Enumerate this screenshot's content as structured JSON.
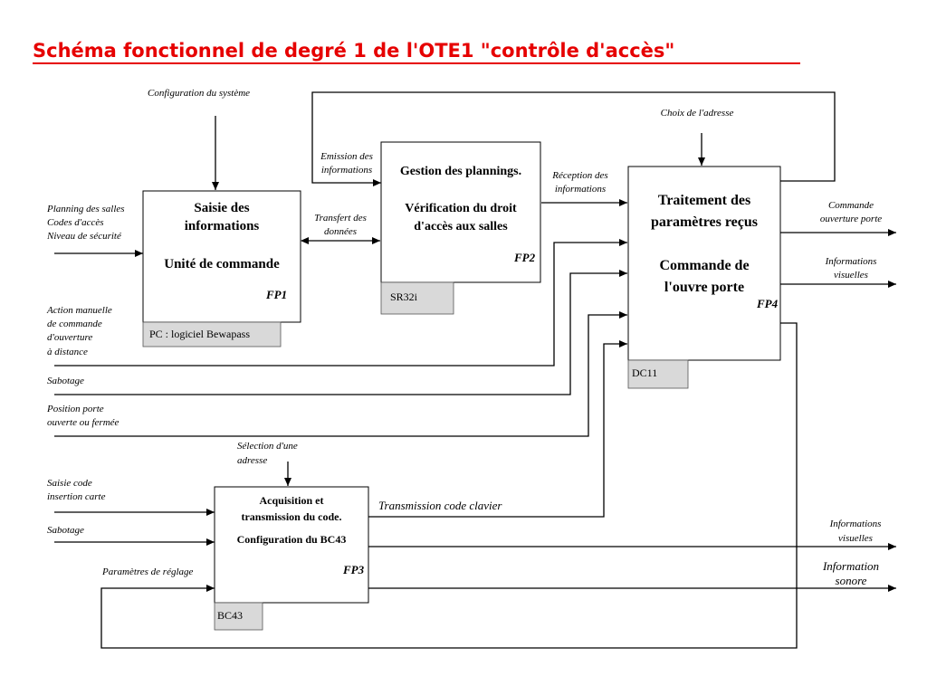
{
  "title": "Schéma fonctionnel de degré 1 de l'OTE1 \"contrôle d'accès\"",
  "blocks": {
    "fp1": {
      "lines": [
        "Saisie des",
        "informations",
        "",
        "Unité de commande"
      ],
      "code": "FP1",
      "support": "PC : logiciel Bewapass"
    },
    "fp2": {
      "lines": [
        "Gestion des plannings.",
        "",
        "Vérification du droit",
        "d'accès aux salles"
      ],
      "code": "FP2",
      "support": "SR32i"
    },
    "fp3": {
      "lines": [
        "Acquisition et",
        "transmission du code.",
        "",
        "Configuration du BC43"
      ],
      "code": "FP3",
      "support": "BC43"
    },
    "fp4": {
      "lines": [
        "Traitement des",
        "paramètres reçus",
        "",
        "Commande de",
        "l'ouvre porte"
      ],
      "code": "FP4",
      "support": "DC11"
    }
  },
  "labels": {
    "config_systeme": "Configuration du système",
    "planning": [
      "Planning des salles",
      "Codes d'accès",
      "Niveau de sécurité"
    ],
    "action_manuelle": [
      "Action manuelle",
      "de commande",
      "d'ouverture",
      "à distance"
    ],
    "sabotage1": "Sabotage",
    "position_porte": [
      "Position  porte",
      "ouverte ou fermée"
    ],
    "emission": [
      "Emission des",
      "informations"
    ],
    "transfert": [
      "Transfert des",
      "données"
    ],
    "reception": [
      "Réception des",
      "informations"
    ],
    "choix_adresse": "Choix de l'adresse",
    "commande_ouverture": [
      "Commande",
      "ouverture porte"
    ],
    "infos_visuelles1": [
      "Informations",
      "visuelles"
    ],
    "selection_adresse": [
      "Sélection d'une",
      "adresse"
    ],
    "saisie_code": [
      "Saisie code",
      "insertion carte"
    ],
    "sabotage2": "Sabotage",
    "parametres_reglage": "Paramètres  de réglage",
    "transmission_code": "Transmission code clavier",
    "infos_visuelles2": [
      "Informations",
      "visuelles"
    ],
    "info_sonore": [
      "Information",
      "sonore"
    ]
  }
}
